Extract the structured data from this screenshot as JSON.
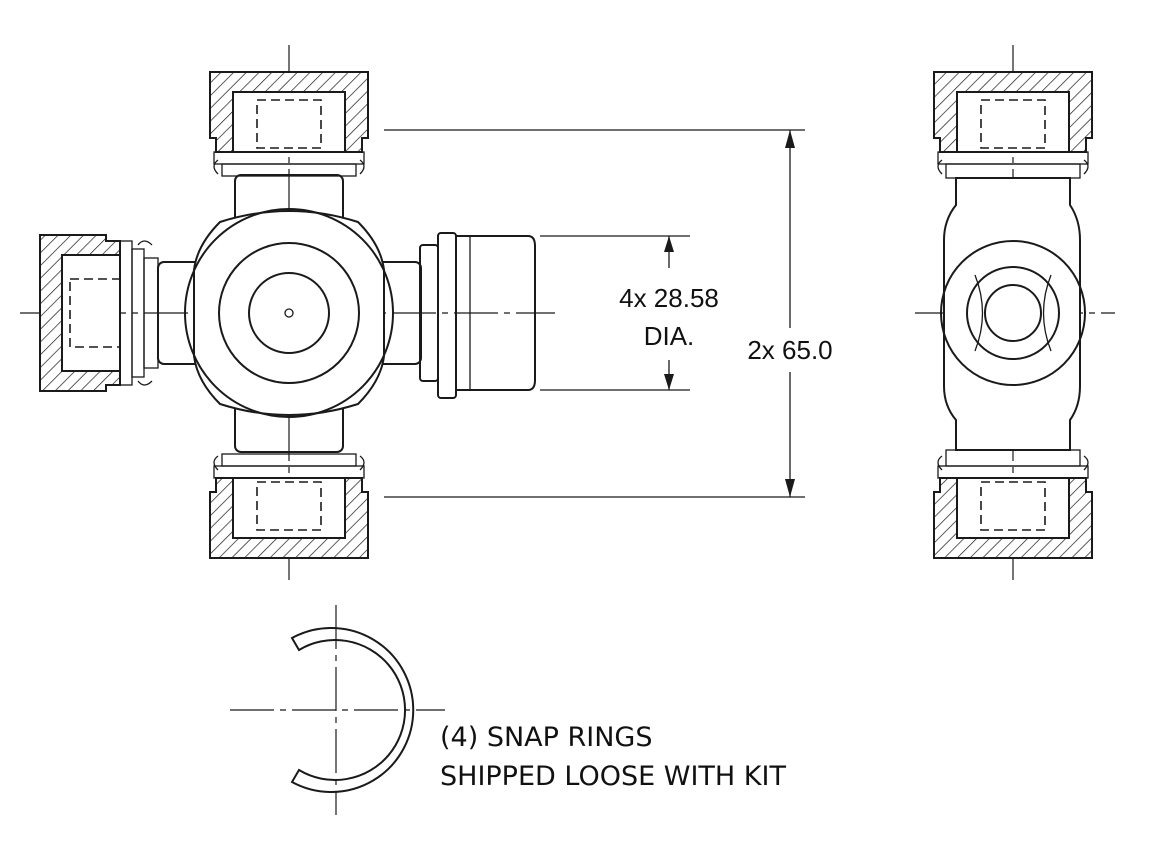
{
  "dimensions": {
    "bearing_diameter": {
      "line1": "4x 28.58",
      "line2": "DIA."
    },
    "span": "2x 65.0"
  },
  "note": {
    "line1": "(4) SNAP RINGS",
    "line2": "SHIPPED LOOSE WITH KIT"
  },
  "colors": {
    "line": "#1a1a1a",
    "background": "#ffffff"
  }
}
